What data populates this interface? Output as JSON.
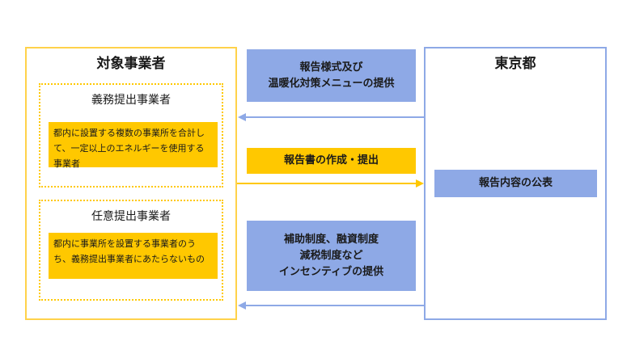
{
  "target": {
    "title": "対象事業者",
    "mandatory": {
      "title": "義務提出事業者",
      "description": "都内に設置する複数の事業所を合計して、一定以上のエネルギーを使用する事業者"
    },
    "voluntary": {
      "title": "任意提出事業者",
      "description": "都内に事業所を設置する事業者のうち、義務提出事業者にあたらないもの"
    }
  },
  "tokyo": {
    "title": "東京都",
    "publish_label": "報告内容の公表"
  },
  "flows": {
    "report_format": [
      "報告様式及び",
      "温暖化対策メニューの提供"
    ],
    "submission": "報告書の作成・提出",
    "incentives": [
      "補助制度、融資制度",
      "減税制度など",
      "インセンティブの提供"
    ]
  },
  "colors": {
    "yellow": "#ffc800",
    "yellow_border": "#ffd24a",
    "blue": "#8ea9e6"
  }
}
